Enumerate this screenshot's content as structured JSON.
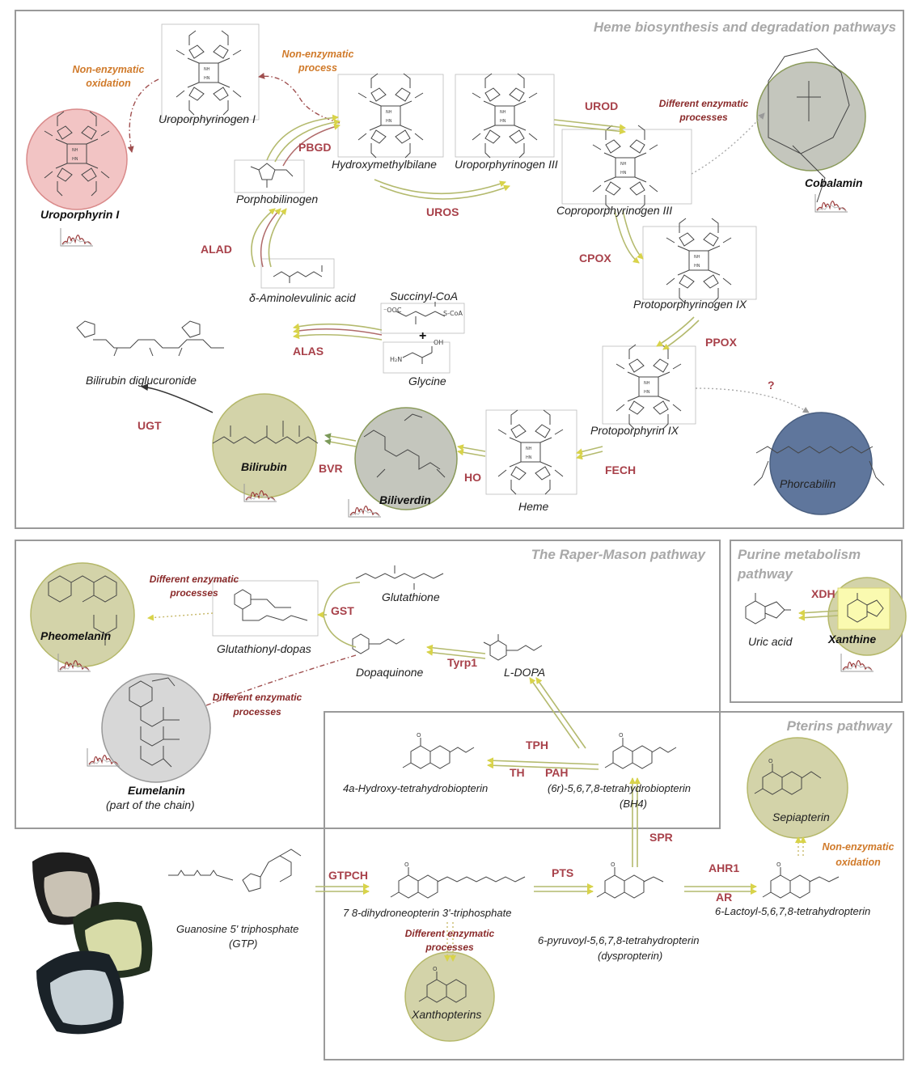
{
  "panels": {
    "heme": "Heme biosynthesis and degradation pathways",
    "raper": "The Raper-Mason pathway",
    "purine": "Purine metabolism pathway",
    "pterins": "Pterins pathway"
  },
  "heme": {
    "uroporphyrin_i": "Uroporphyrin I",
    "uroporphyrinogen_i": "Uroporphyrinogen I",
    "hydroxymethylbilane": "Hydroxymethylbilane",
    "uroporphyrinogen_iii": "Uroporphyrinogen III",
    "coproporphyrinogen_iii": "Coproporphyrinogen III",
    "cobalamin": "Cobalamin",
    "porphobilinogen": "Porphobilinogen",
    "ala": "δ-Aminolevulinic acid",
    "succinyl_coa": "Succinyl-CoA",
    "glycine": "Glycine",
    "protoporphyrinogen_ix": "Protoporphyrinogen IX",
    "protoporphyrin_ix": "Protoporphyrin IX",
    "bilirubin_diglucuronide": "Bilirubin diglucuronide",
    "bilirubin": "Bilirubin",
    "biliverdin": "Biliverdin",
    "heme": "Heme",
    "phorcabilin": "Phorcabilin",
    "plus": "+",
    "question": "?",
    "non_enz_oxidation": "Non-enzymatic oxidation",
    "non_enz_process": "Non-enzymatic process",
    "diff_enz": "Different enzymatic processes",
    "enzymes": {
      "pbgd": "PBGD",
      "uros": "UROS",
      "urod": "UROD",
      "alad": "ALAD",
      "alas": "ALAS",
      "cpox": "CPOX",
      "ppox": "PPOX",
      "fech": "FECH",
      "ho": "HO",
      "bvr": "BVR",
      "ugt": "UGT"
    }
  },
  "raper": {
    "pheomelanin": "Pheomelanin",
    "glutathionyl_dopas": "Glutathionyl-dopas",
    "glutathione": "Glutathione",
    "dopaquinone": "Dopaquinone",
    "l_dopa": "L-DOPA",
    "eumelanin": "Eumelanin",
    "eumelanin_note": "(part of the chain)",
    "diff_enz_1": "Different enzymatic processes",
    "diff_enz_2": "Different enzymatic processes",
    "enzymes": {
      "gst": "GST",
      "tyrp1": "Tyrp1"
    }
  },
  "purine": {
    "uric_acid": "Uric acid",
    "xanthine": "Xanthine",
    "enzymes": {
      "xdh": "XDH"
    }
  },
  "pterins": {
    "hydroxy_bh4": "4a-Hydroxy-tetrahydrobiopterin",
    "bh4": "(6r)-5,6,7,8-tetrahydrobiopterin",
    "bh4_abbr": "(BH4)",
    "sepiapterin": "Sepiapterin",
    "gtp": "Guanosine 5' triphosphate",
    "gtp_abbr": "(GTP)",
    "dhnp": "7 8-dihydroneopterin 3'-triphosphate",
    "pyruvoyl": "6-pyruvoyl-5,6,7,8-tetrahydropterin",
    "dyspropterin": "(dyspropterin)",
    "lactoyl": "6-Lactoyl-5,6,7,8-tetrahydropterin",
    "xanthopterins": "Xanthopterins",
    "diff_enz": "Different enzymatic processes",
    "non_enz_oxidation": "Non-enzymatic oxidation",
    "enzymes": {
      "tph": "TPH",
      "th": "TH",
      "pah": "PAH",
      "spr": "SPR",
      "gtpch": "GTPCH",
      "pts": "PTS",
      "ahr1": "AHR1",
      "ar": "AR"
    }
  },
  "colors": {
    "panel_border": "#9a9a9a",
    "panel_title": "#a8a8a8",
    "enzyme": "#a8414a",
    "note_dark": "#8a2a2a",
    "note_orange": "#d07a2a",
    "circle_olive": "#d3d3a9",
    "circle_grey": "#c4c6bd",
    "circle_pink": "#f2c4c4",
    "circle_blue": "#5f769c",
    "circle_lightgrey": "#d7d7d7",
    "arrow_olive": "#b4ba6e"
  },
  "icons": [
    "spectrum-icon",
    "shell-photo",
    "molecule-structure-icon"
  ]
}
